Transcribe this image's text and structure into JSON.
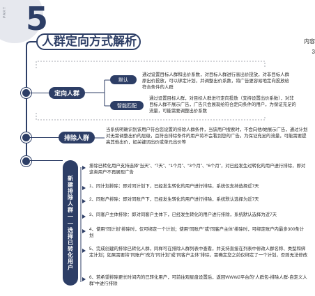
{
  "header": {
    "part_label": "PART",
    "number": "5",
    "title": "人群定向方式解析",
    "cut_right_1": "内容",
    "cut_right_2": "3"
  },
  "sections": {
    "targeting": {
      "label": "定向人群",
      "default": {
        "label": "默认",
        "text": "通过设置目标人群和出价系数，对目标人群进行高出价投放，对非目标人群原出价投放，可以绑定计划，并调整出价系数，将广告更容易地定向投放给符合条件的人群"
      },
      "smart": {
        "label": "智能匹配",
        "text": "通过设置目标人群，对目标人群进行定向投放（支持设置出价系数），对非目标人群不展示广告，广告只会展现给符合定向条件的用户，为保证充足的流量，可能需要调整出价系数"
      }
    },
    "exclude": {
      "label": "排除人群",
      "text": "当系统明确识别该用户符合您设置的排除人群条件，当该用户搜索时，不会向他/她展示广告，通过计划对无需调整出价的层级，且符合排除条件的用户将不会看到您的广告。为保证充足的流量，可能需要提高其他出价，如关键词出价或单元出价等"
    },
    "new_exclude": {
      "label": "新建排除人群——选择已转化用户",
      "items": [
        "排除已转化用户支持选择“当天”、“7天”、“1个月”、“3个月”、“6个月”，对已经发生过转化的用户进行排除，即对这类用户不再展现广告",
        "1、同计划排除：即对同计划下，已经发生转化的用户进行排除，系统仅支持选择近7天",
        "2、同账户排除：即对同账户下，已经发生转化的用户进行排除，系统默认选择为近7天",
        "3、同客户主体排除：即对同客户主体下，已经发生转化的用户进行排除，系统默认选择为近7天",
        "4、使用“同计划”排除时，仅可绑定一个计划；使用“同账户”或“同客户主体”排除时，可绑定账户内最多300条计划",
        "5、完成创建的排除已转化人群，同样可在排除人群列表中查看，并支持直接在列表中修改人群名称、类型和绑定计划；如果需要将“同账户”改为“同计划”或“同客户主体”排除，需确定您之前仅绑定了一个计划，否则无法修改",
        "6、若希望排除更长时间内的已转化用户，可前往观星盘设置后，返回WWW2平台的“人群包-排除人群-自定义人群”中进行排除"
      ]
    }
  },
  "colors": {
    "navy": "#2d3e66",
    "part_circle": "#e6e8ee",
    "text": "#2b2b2b"
  }
}
